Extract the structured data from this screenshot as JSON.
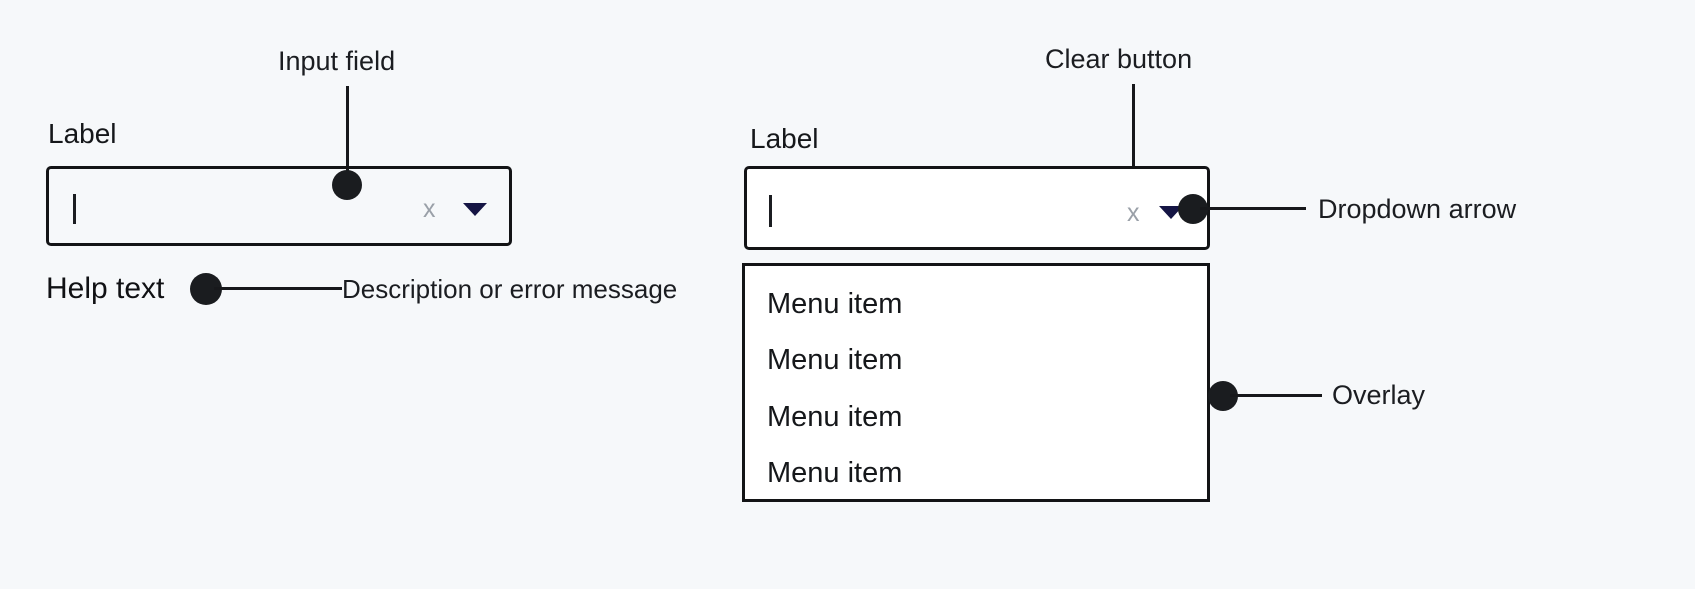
{
  "page": {
    "background_color": "#f6f8fa",
    "ink_color": "#17181b",
    "accent_arrow_color": "#151544",
    "muted_icon_color": "#9aa0a8",
    "surface_color": "#ffffff"
  },
  "left_example": {
    "callout": {
      "label": "Input field"
    },
    "field": {
      "label": "Label",
      "value": "",
      "caret_visible": true,
      "clear_icon": "x",
      "dropdown_icon": "chevron-down-icon"
    },
    "help": {
      "label": "Help text",
      "callout": "Description or error message"
    }
  },
  "right_example": {
    "callouts": {
      "clear_button": "Clear button",
      "dropdown_arrow": "Dropdown arrow",
      "overlay": "Overlay"
    },
    "field": {
      "label": "Label",
      "value": "",
      "caret_visible": true,
      "clear_icon": "x",
      "dropdown_icon": "chevron-down-icon"
    },
    "overlay": {
      "items": [
        {
          "label": "Menu item"
        },
        {
          "label": "Menu item"
        },
        {
          "label": "Menu item"
        },
        {
          "label": "Menu item"
        }
      ]
    }
  }
}
